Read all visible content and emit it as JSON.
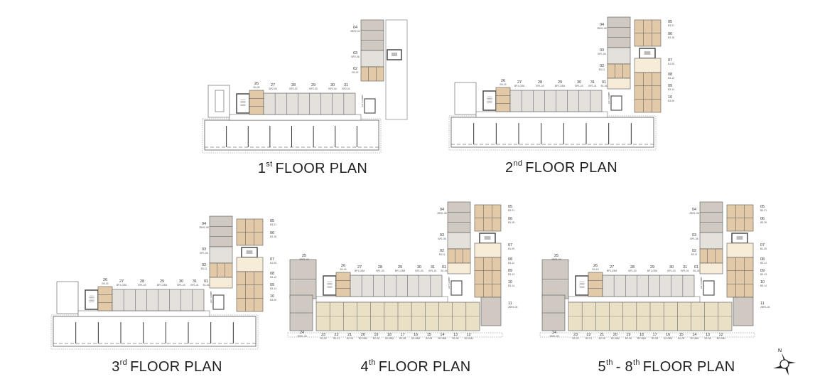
{
  "plans": [
    {
      "id": "floor-1",
      "title": [
        {
          "text": "1",
          "sup": false
        },
        {
          "text": "st",
          "sup": true
        },
        {
          "text": "FLOOR PLAN",
          "sup": false
        }
      ],
      "units": [
        {
          "no": "26",
          "type": "B4-05"
        },
        {
          "no": "27",
          "type": "BP2-05"
        },
        {
          "no": "28",
          "type": "BP2-02"
        },
        {
          "no": "29",
          "type": "BP2-03"
        },
        {
          "no": "30",
          "type": "BP2-04"
        },
        {
          "no": "31",
          "type": "BP2-01"
        },
        {
          "no": "02",
          "type": "B4-02"
        },
        {
          "no": "03",
          "type": "BP2-06"
        },
        {
          "no": "04",
          "type": "2BR2-02"
        }
      ],
      "lobby": "LIFT LOBBY"
    },
    {
      "id": "floor-2",
      "title": [
        {
          "text": "2",
          "sup": false
        },
        {
          "text": "nd",
          "sup": true
        },
        {
          "text": "FLOOR PLAN",
          "sup": false
        }
      ],
      "units": [
        {
          "no": "26",
          "type": "B3-15"
        },
        {
          "no": "27",
          "type": "BP1-03M"
        },
        {
          "no": "28",
          "type": "BP1-03"
        },
        {
          "no": "29",
          "type": "BP1-03M"
        },
        {
          "no": "30",
          "type": "BP1-03"
        },
        {
          "no": "31",
          "type": "BP1-01"
        },
        {
          "no": "01",
          "type": "B1-04"
        },
        {
          "no": "02",
          "type": "B3-11"
        },
        {
          "no": "03",
          "type": "BP1-06"
        },
        {
          "no": "04",
          "type": "2BR1-08"
        },
        {
          "no": "05",
          "type": "B3-21"
        },
        {
          "no": "06",
          "type": "B3-18"
        },
        {
          "no": "07",
          "type": "B1-05"
        },
        {
          "no": "08",
          "type": "B3-12"
        },
        {
          "no": "09",
          "type": "B3-13"
        },
        {
          "no": "10",
          "type": "B3-06"
        }
      ],
      "lobby": "LIFT LOBBY"
    },
    {
      "id": "floor-3",
      "title": [
        {
          "text": "3",
          "sup": false
        },
        {
          "text": "rd",
          "sup": true
        },
        {
          "text": "FLOOR PLAN",
          "sup": false
        }
      ],
      "units": [
        {
          "no": "26",
          "type": "B3-15"
        },
        {
          "no": "27",
          "type": "BP1-03M"
        },
        {
          "no": "28",
          "type": "BP1-03"
        },
        {
          "no": "29",
          "type": "BP1-03M"
        },
        {
          "no": "30",
          "type": "BP1-03"
        },
        {
          "no": "31",
          "type": "BP1-01"
        },
        {
          "no": "01",
          "type": "B1-04"
        },
        {
          "no": "02",
          "type": "B3-11"
        },
        {
          "no": "03",
          "type": "BP1-06"
        },
        {
          "no": "04",
          "type": "2BR1-08"
        },
        {
          "no": "05",
          "type": "B3-21"
        },
        {
          "no": "06",
          "type": "B3-18"
        },
        {
          "no": "07",
          "type": "B1-05"
        },
        {
          "no": "08",
          "type": "B3-12"
        },
        {
          "no": "09",
          "type": "B3-13"
        },
        {
          "no": "10",
          "type": "B3-06"
        }
      ],
      "lobby": "LIFT LOBBY"
    },
    {
      "id": "floor-4",
      "title": [
        {
          "text": "4",
          "sup": false
        },
        {
          "text": "th",
          "sup": true
        },
        {
          "text": "FLOOR PLAN",
          "sup": false
        }
      ],
      "units": [
        {
          "no": "26",
          "type": "B3-15"
        },
        {
          "no": "27",
          "type": "BP1-03M"
        },
        {
          "no": "28",
          "type": "BP1-03"
        },
        {
          "no": "29",
          "type": "BP1-03M"
        },
        {
          "no": "30",
          "type": "BP1-03"
        },
        {
          "no": "31",
          "type": "BP1-01"
        },
        {
          "no": "01",
          "type": "B1-04"
        },
        {
          "no": "02",
          "type": "B3-11"
        },
        {
          "no": "03",
          "type": "BP1-06"
        },
        {
          "no": "04",
          "type": "2BR1-08"
        },
        {
          "no": "05",
          "type": "B3-21"
        },
        {
          "no": "06",
          "type": "B3-18"
        },
        {
          "no": "07",
          "type": "B1-05"
        },
        {
          "no": "08",
          "type": "B3-12"
        },
        {
          "no": "09",
          "type": "B3-13"
        },
        {
          "no": "10",
          "type": "B3-14"
        },
        {
          "no": "11",
          "type": "2BR1-06"
        },
        {
          "no": "25",
          "type": "2BR1-03"
        },
        {
          "no": "24",
          "type": "2BR1-09"
        },
        {
          "no": "23",
          "type": "B2-09"
        },
        {
          "no": "22",
          "type": "B2-01"
        },
        {
          "no": "21",
          "type": "B2-08"
        },
        {
          "no": "20",
          "type": "B2-08M"
        },
        {
          "no": "19",
          "type": "B2-08"
        },
        {
          "no": "18",
          "type": "B2-08M"
        },
        {
          "no": "17",
          "type": "B2-08"
        },
        {
          "no": "16",
          "type": "B2-08M"
        },
        {
          "no": "15",
          "type": "B2-08"
        },
        {
          "no": "14",
          "type": "B2-08M"
        },
        {
          "no": "13",
          "type": "B2-08"
        },
        {
          "no": "12",
          "type": "B2-09M"
        }
      ],
      "lobby": "LIFT LOBBY"
    },
    {
      "id": "floor-5-8",
      "title": [
        {
          "text": "5",
          "sup": false
        },
        {
          "text": "th",
          "sup": true
        },
        {
          "text": "- 8",
          "sup": false
        },
        {
          "text": "th",
          "sup": true
        },
        {
          "text": "FLOOR PLAN",
          "sup": false
        }
      ],
      "units": [
        {
          "no": "26",
          "type": "B3-15"
        },
        {
          "no": "27",
          "type": "BP1-03M"
        },
        {
          "no": "28",
          "type": "BP1-03"
        },
        {
          "no": "29",
          "type": "BP1-03M"
        },
        {
          "no": "30",
          "type": "BP1-03"
        },
        {
          "no": "31",
          "type": "BP1-01"
        },
        {
          "no": "01",
          "type": "B1-04"
        },
        {
          "no": "02",
          "type": "B3-11"
        },
        {
          "no": "03",
          "type": "BP1-06"
        },
        {
          "no": "04",
          "type": "2BR1-08"
        },
        {
          "no": "05",
          "type": "B3-21"
        },
        {
          "no": "06",
          "type": "B3-18"
        },
        {
          "no": "07",
          "type": "B1-05"
        },
        {
          "no": "08",
          "type": "B3-12"
        },
        {
          "no": "09",
          "type": "B3-13"
        },
        {
          "no": "10",
          "type": "B3-14"
        },
        {
          "no": "11",
          "type": "2BR1-06"
        },
        {
          "no": "25",
          "type": "2BR1-03"
        },
        {
          "no": "24",
          "type": "2BR1-09"
        },
        {
          "no": "23",
          "type": "B2-09"
        },
        {
          "no": "22",
          "type": "B2-01"
        },
        {
          "no": "21",
          "type": "B2-08"
        },
        {
          "no": "20",
          "type": "B2-08M"
        },
        {
          "no": "19",
          "type": "B2-08"
        },
        {
          "no": "18",
          "type": "B2-08M"
        },
        {
          "no": "17",
          "type": "B2-08"
        },
        {
          "no": "16",
          "type": "B2-08M"
        },
        {
          "no": "15",
          "type": "B2-08"
        },
        {
          "no": "14",
          "type": "B2-08M"
        },
        {
          "no": "13",
          "type": "B2-08"
        },
        {
          "no": "12",
          "type": "B2-09M"
        }
      ],
      "lobby": "LIFT LOBBY"
    }
  ],
  "compass": {
    "label": "N"
  },
  "colors": {
    "gray": "#cfc9c2",
    "lightgray": "#e4e0dc",
    "tan": "#e2c9a8",
    "cream": "#f6ecd8",
    "beige": "#e9e0c6",
    "line": "#555555"
  }
}
